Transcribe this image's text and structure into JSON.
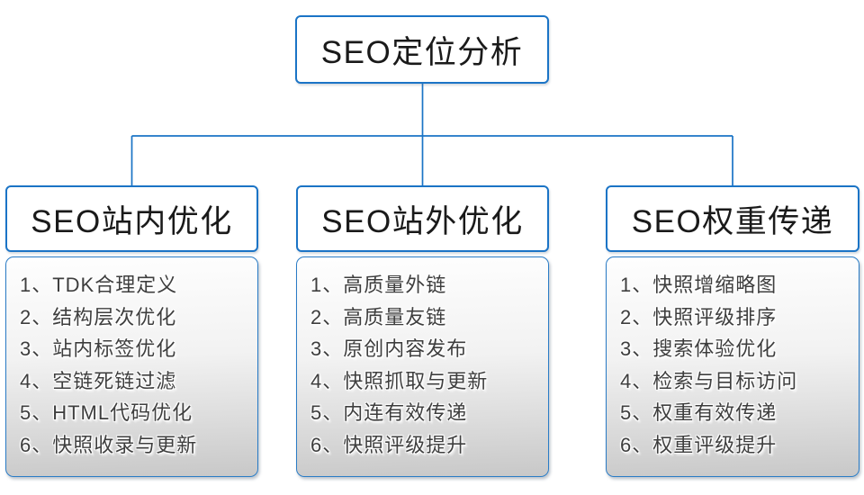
{
  "root": {
    "label": "SEO定位分析"
  },
  "columns": [
    {
      "header": "SEO站内优化",
      "items": [
        "1、TDK合理定义",
        "2、结构层次优化",
        "3、站内标签优化",
        "4、空链死链过滤",
        "5、HTML代码优化",
        "6、快照收录与更新"
      ]
    },
    {
      "header": "SEO站外优化",
      "items": [
        "1、高质量外链",
        "2、高质量友链",
        "3、原创内容发布",
        "4、快照抓取与更新",
        "5、内连有效传递",
        "6、快照评级提升"
      ]
    },
    {
      "header": "SEO权重传递",
      "items": [
        "1、快照增缩略图",
        "2、快照评级排序",
        "3、搜索体验优化",
        "4、检索与目标访问",
        "5、权重有效传递",
        "6、权重评级提升"
      ]
    }
  ],
  "colors": {
    "connector_blue": "#1b74c6",
    "panel_border_blue": "#2a7cc6",
    "header_text": "#1a1a1a",
    "item_text": "#3e3e3e",
    "panel_gradient_top": "#fefefe",
    "panel_gradient_bottom": "#c8c8c8",
    "background": "#ffffff"
  }
}
